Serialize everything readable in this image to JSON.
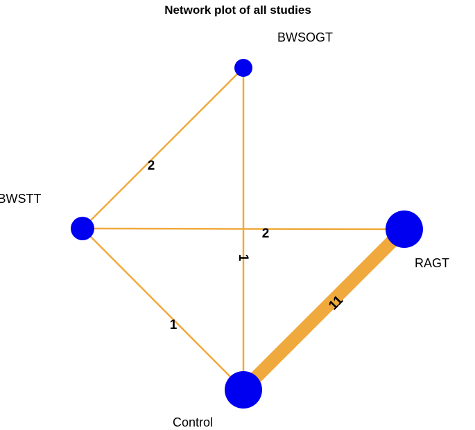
{
  "title": "Network plot of all studies",
  "colors": {
    "edge": "#f0a93c",
    "node": "#0000f0",
    "text": "#000000"
  },
  "nodes": [
    {
      "id": "BWSOGT",
      "label": "BWSOGT"
    },
    {
      "id": "BWSTT",
      "label": "BWSTT"
    },
    {
      "id": "RAGT",
      "label": "RAGT"
    },
    {
      "id": "Control",
      "label": "Control"
    }
  ],
  "edges": [
    {
      "from": "BWSTT",
      "to": "BWSOGT",
      "studies": "2"
    },
    {
      "from": "BWSTT",
      "to": "RAGT",
      "studies": "2"
    },
    {
      "from": "BWSOGT",
      "to": "Control",
      "studies": "1"
    },
    {
      "from": "BWSTT",
      "to": "Control",
      "studies": "1"
    },
    {
      "from": "Control",
      "to": "RAGT",
      "studies": "11"
    }
  ]
}
